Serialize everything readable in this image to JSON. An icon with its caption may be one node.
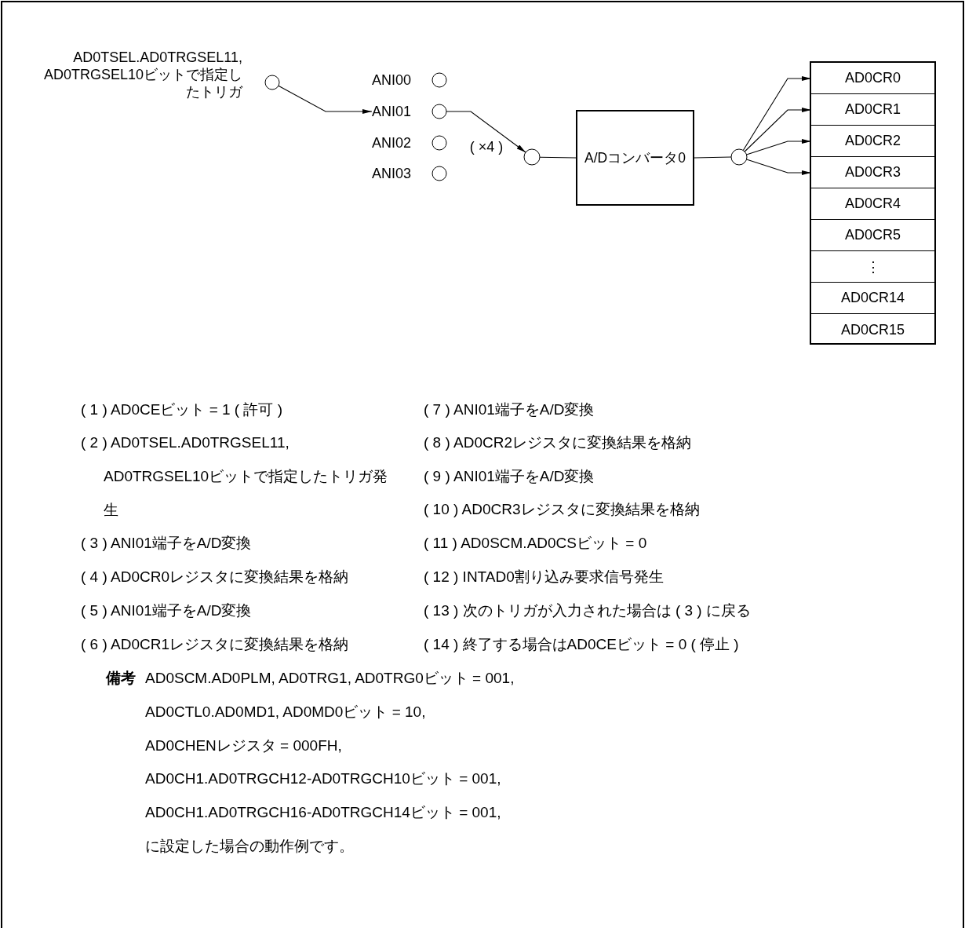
{
  "diagram": {
    "nodes": [
      {
        "text": [],
        "shape": "circle",
        "beside": [
          "AD0TSEL.AD0TRGSEL11, AD0TRGSEL10ビットで指定したトリガ"
        ]
      },
      {
        "text": [],
        "shape": "circle",
        "beside": [
          "ANI00"
        ]
      },
      {
        "text": [],
        "shape": "circle",
        "beside": [
          "ANI01"
        ]
      },
      {
        "text": [],
        "shape": "circle",
        "beside": [
          "ANI02"
        ]
      },
      {
        "text": [],
        "shape": "circle",
        "beside": [
          "ANI03"
        ]
      },
      {
        "text": [],
        "shape": "circle"
      },
      {
        "text": [
          "A/Dコンバータ0"
        ]
      },
      {
        "text": [],
        "shape": "circle"
      },
      {
        "text": [],
        "shape": "box"
      },
      {
        "text": [
          "AD0CR0"
        ],
        "in": 8
      },
      {
        "text": [
          "AD0CR1"
        ],
        "in": 8
      },
      {
        "text": [
          "AD0CR2"
        ],
        "in": 8
      },
      {
        "text": [
          "AD0CR3"
        ],
        "in": 8
      },
      {
        "text": [
          "AD0CR4"
        ],
        "in": 8
      },
      {
        "text": [
          "AD0CR5"
        ],
        "in": 8
      },
      {
        "text": [
          "⋮"
        ],
        "in": 8
      },
      {
        "text": [
          "AD0CR14"
        ],
        "in": 8
      },
      {
        "text": [
          "AD0CR15"
        ],
        "in": 8
      }
    ],
    "edges": [
      {
        "from": 0,
        "to": 2,
        "arrow": "to"
      },
      {
        "from": 2,
        "to": 5,
        "arrow": "to",
        "label": "( ×4 )"
      },
      {
        "from": 5,
        "to": 6,
        "arrow": "none"
      },
      {
        "from": 6,
        "to": 7,
        "arrow": "none"
      },
      {
        "from": 7,
        "to": 9,
        "arrow": "to"
      },
      {
        "from": 7,
        "to": 10,
        "arrow": "to"
      },
      {
        "from": 7,
        "to": 11,
        "arrow": "to"
      },
      {
        "from": 7,
        "to": 12,
        "arrow": "to"
      }
    ],
    "labels": [
      "( 1 ) AD0CEビット = 1 ( 許可 )",
      "( 2 ) AD0TSEL.AD0TRGSEL11, AD0TRGSEL10ビットで指定したトリガ発生",
      "( 3 ) ANI01端子をA/D変換",
      "( 4 ) AD0CR0レジスタに変換結果を格納",
      "( 5 ) ANI01端子をA/D変換",
      "( 6 ) AD0CR1レジスタに変換結果を格納",
      "( 7 ) ANI01端子をA/D変換",
      "( 8 ) AD0CR2レジスタに変換結果を格納",
      "( 9 ) ANI01端子をA/D変換",
      "( 10 ) AD0CR3レジスタに変換結果を格納",
      "( 11 ) AD0SCM.AD0CSビット = 0",
      "( 12 ) INTAD0割り込み要求信号発生",
      "( 13 ) 次のトリガが入力された場合は ( 3 ) に戻る",
      "( 14 ) 終了する場合はAD0CEビット = 0 ( 停止 )",
      "備考",
      "AD0SCM.AD0PLM, AD0TRG1, AD0TRG0ビット = 001,",
      "AD0CTL0.AD0MD1, AD0MD0ビット = 10,",
      "AD0CHENレジスタ = 000FH,",
      "AD0CH1.AD0TRGCH12-AD0TRGCH10ビット = 001,",
      "AD0CH1.AD0TRGCH16-AD0TRGCH14ビット = 001,",
      "に設定した場合の動作例です。"
    ]
  }
}
